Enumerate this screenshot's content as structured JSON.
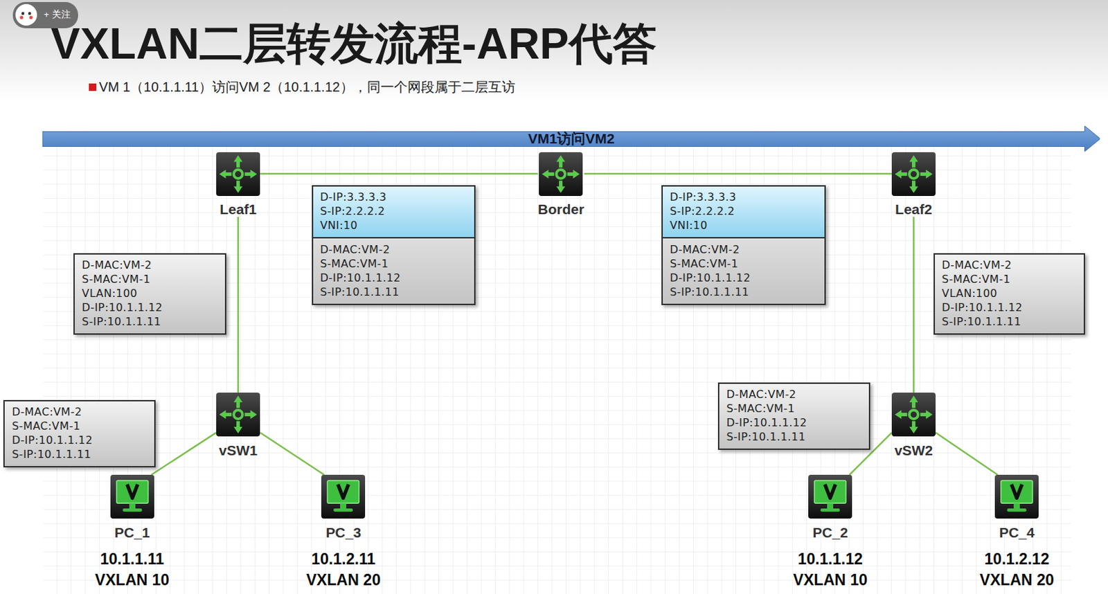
{
  "diagram": {
    "title": "VXLAN二层转发流程-ARP代答",
    "nodes": [
      {
        "text": [
          "VM1访问VM2"
        ]
      },
      {
        "text": [
          "Leaf1"
        ]
      },
      {
        "text": [
          "Border"
        ]
      },
      {
        "text": [
          "Leaf2"
        ]
      },
      {
        "text": [
          "D-IP:3.3.3.3",
          "S-IP:2.2.2.2",
          "VNI:10",
          "D-MAC:VM-2",
          "S-MAC:VM-1",
          "D-IP:10.1.1.12",
          "S-IP:10.1.1.11"
        ]
      },
      {
        "text": [
          "D-IP:3.3.3.3",
          "S-IP:2.2.2.2",
          "VNI:10",
          "D-MAC:VM-2",
          "S-MAC:VM-1",
          "D-IP:10.1.1.12",
          "S-IP:10.1.1.11"
        ]
      },
      {
        "text": [
          "D-MAC:VM-2",
          "S-MAC:VM-1",
          "VLAN:100",
          "D-IP:10.1.1.12",
          "S-IP:10.1.1.11"
        ]
      },
      {
        "text": [
          "D-MAC:VM-2",
          "S-MAC:VM-1",
          "VLAN:100",
          "D-IP:10.1.1.12",
          "S-IP:10.1.1.11"
        ]
      },
      {
        "text": [
          "D-MAC:VM-2",
          "S-MAC:VM-1",
          "D-IP:10.1.1.12",
          "S-IP:10.1.1.11"
        ]
      },
      {
        "text": [
          "D-MAC:VM-2",
          "S-MAC:VM-1",
          "D-IP:10.1.1.12",
          "S-IP:10.1.1.11"
        ]
      },
      {
        "text": [
          "vSW1"
        ]
      },
      {
        "text": [
          "vSW2"
        ]
      },
      {
        "text": [
          "PC_1",
          "10.1.1.11",
          "VXLAN 10"
        ]
      },
      {
        "text": [
          "PC_3",
          "10.1.2.11",
          "VXLAN 20"
        ]
      },
      {
        "text": [
          "PC_2",
          "10.1.1.12",
          "VXLAN 10"
        ]
      },
      {
        "text": [
          "PC_4",
          "10.1.2.12",
          "VXLAN 20"
        ]
      }
    ],
    "edges": [
      {
        "from": 1,
        "to": 2,
        "arrow": "none"
      },
      {
        "from": 2,
        "to": 3,
        "arrow": "none"
      },
      {
        "from": 1,
        "to": 10,
        "arrow": "none"
      },
      {
        "from": 3,
        "to": 11,
        "arrow": "none"
      },
      {
        "from": 10,
        "to": 12,
        "arrow": "none"
      },
      {
        "from": 10,
        "to": 13,
        "arrow": "none"
      },
      {
        "from": 11,
        "to": 14,
        "arrow": "none"
      },
      {
        "from": 11,
        "to": 15,
        "arrow": "none"
      }
    ],
    "labels": [
      "VM 1（10.1.1.11）访问VM 2（10.1.1.12），同一个网段属于二层互访",
      "+ 关注"
    ]
  }
}
